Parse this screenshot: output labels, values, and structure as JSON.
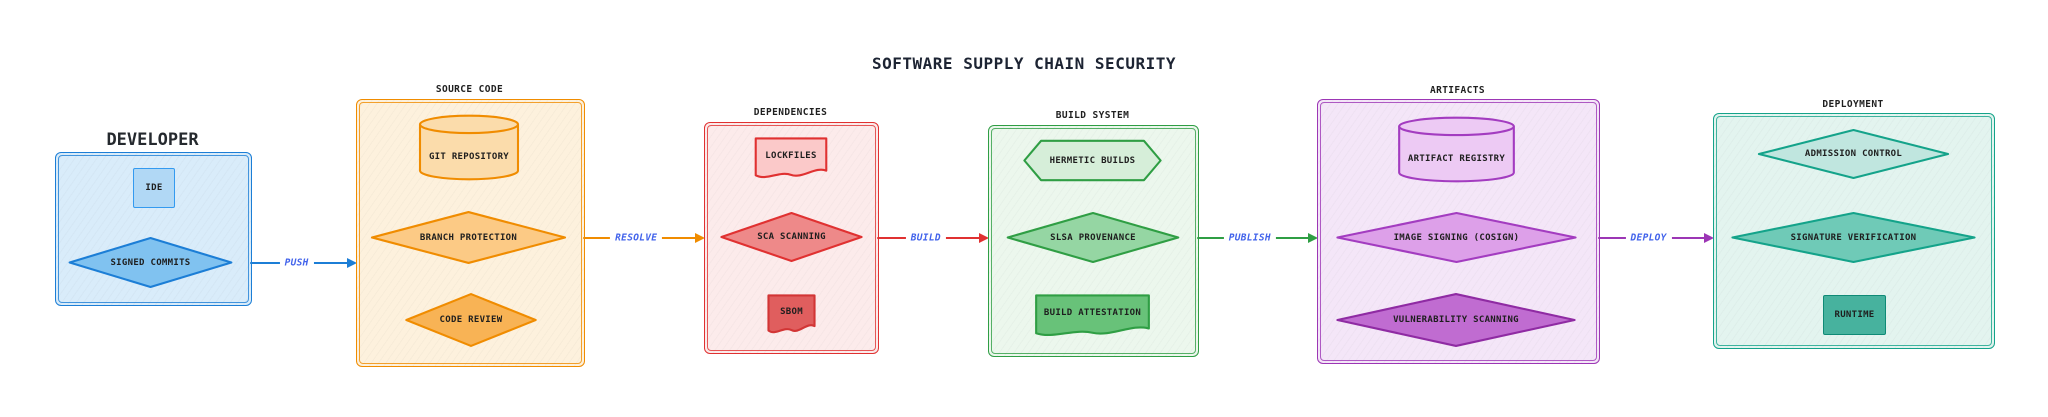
{
  "diagram_title": "SOFTWARE SUPPLY CHAIN SECURITY",
  "text_color": "#1e1e1e",
  "arrow_label_color": "#4263eb",
  "sections": [
    {
      "title": "DEVELOPER",
      "accent": "#1c7ed6",
      "fill": "#d9ecfa",
      "items": [
        {
          "label": "IDE",
          "shape": "rect",
          "fill": "#b1d8f5"
        },
        {
          "label": "SIGNED COMMITS",
          "shape": "diamond",
          "fill": "#80c2f0"
        }
      ]
    },
    {
      "title": "SOURCE CODE",
      "accent": "#f08c00",
      "fill": "#fdf1dd",
      "items": [
        {
          "label": "GIT REPOSITORY",
          "shape": "cylinder",
          "fill": "#fbdcab"
        },
        {
          "label": "BRANCH PROTECTION",
          "shape": "diamond",
          "fill": "#fcca85"
        },
        {
          "label": "CODE REVIEW",
          "shape": "diamond",
          "fill": "#f8b355"
        }
      ]
    },
    {
      "title": "DEPENDENCIES",
      "accent": "#e03131",
      "fill": "#fcebeb",
      "items": [
        {
          "label": "LOCKFILES",
          "shape": "document",
          "fill": "#fbc9c9"
        },
        {
          "label": "SCA SCANNING",
          "shape": "diamond",
          "fill": "#ee8989"
        },
        {
          "label": "SBOM",
          "shape": "document",
          "fill": "#e05e5e"
        }
      ]
    },
    {
      "title": "BUILD SYSTEM",
      "accent": "#2f9e44",
      "fill": "#ecf7ed",
      "items": [
        {
          "label": "HERMETIC BUILDS",
          "shape": "hexagon",
          "fill": "#d6eed9"
        },
        {
          "label": "SLSA PROVENANCE",
          "shape": "diamond",
          "fill": "#95d6a3"
        },
        {
          "label": "BUILD ATTESTATION",
          "shape": "document",
          "fill": "#68c279"
        }
      ]
    },
    {
      "title": "ARTIFACTS",
      "accent": "#9c36b5",
      "fill": "#f4e6f8",
      "items": [
        {
          "label": "ARTIFACT REGISTRY",
          "shape": "cylinder",
          "fill": "#edcaf4"
        },
        {
          "label": "IMAGE SIGNING (COSIGN)",
          "shape": "diamond",
          "fill": "#dda0e9"
        },
        {
          "label": "VULNERABILITY SCANNING",
          "shape": "diamond",
          "fill": "#c06cd1"
        }
      ]
    },
    {
      "title": "DEPLOYMENT",
      "accent": "#14a38a",
      "fill": "#e3f4ef",
      "items": [
        {
          "label": "ADMISSION CONTROL",
          "shape": "diamond",
          "fill": "#c0e6df"
        },
        {
          "label": "SIGNATURE VERIFICATION",
          "shape": "diamond",
          "fill": "#6fcab7"
        },
        {
          "label": "RUNTIME",
          "shape": "rect",
          "fill": "#47b29e"
        }
      ]
    }
  ],
  "arrows": [
    {
      "label": "PUSH",
      "color": "#1c7ed6",
      "from": "DEVELOPER",
      "to": "SOURCE CODE"
    },
    {
      "label": "RESOLVE",
      "color": "#f08c00",
      "from": "SOURCE CODE",
      "to": "DEPENDENCIES"
    },
    {
      "label": "BUILD",
      "color": "#e03131",
      "from": "DEPENDENCIES",
      "to": "BUILD SYSTEM"
    },
    {
      "label": "PUBLISH",
      "color": "#2f9e44",
      "from": "BUILD SYSTEM",
      "to": "ARTIFACTS"
    },
    {
      "label": "DEPLOY",
      "color": "#9c36b5",
      "from": "ARTIFACTS",
      "to": "DEPLOYMENT"
    }
  ]
}
